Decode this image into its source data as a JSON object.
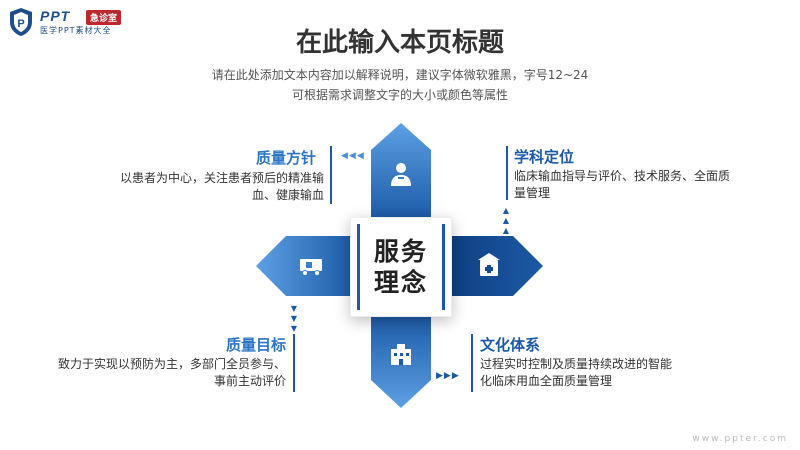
{
  "logo": {
    "ppt": "PPT",
    "badge": "急诊室",
    "subtitle": "医学PPT素材大全"
  },
  "page": {
    "title": "在此输入本页标题",
    "subtitle_line1": "请在此处添加文本内容加以解释说明，建议字体微软雅黑，字号12~24",
    "subtitle_line2": "可根据需求调整文字的大小或颜色等属性"
  },
  "center": {
    "line1": "服务",
    "line2": "理念"
  },
  "blocks": {
    "top_left": {
      "title": "质量方针",
      "text_line1": "以患者为中心，关注患者预后的精准输",
      "text_line2": "血、健康输血"
    },
    "top_right": {
      "title": "学科定位",
      "text_line1": "临床输血指导与评价、技术服务、全面质",
      "text_line2": "量管理"
    },
    "bottom_left": {
      "title": "质量目标",
      "text_line1": "致力于实现以预防为主，多部门全员参与、",
      "text_line2": "事前主动评价"
    },
    "bottom_right": {
      "title": "文化体系",
      "text_line1": "过程实时控制及质量持续改进的智能",
      "text_line2": "化临床用血全面质量管理"
    }
  },
  "icons": {
    "top": "doctor-icon",
    "right": "pharmacy-icon",
    "bottom": "hospital-icon",
    "left": "ambulance-icon"
  },
  "colors": {
    "primary": "#1c5aa6",
    "light": "#4a8ed6",
    "title_blue": "#2d75c7",
    "badge": "#c0272d"
  },
  "watermark": "www.ppter.com"
}
